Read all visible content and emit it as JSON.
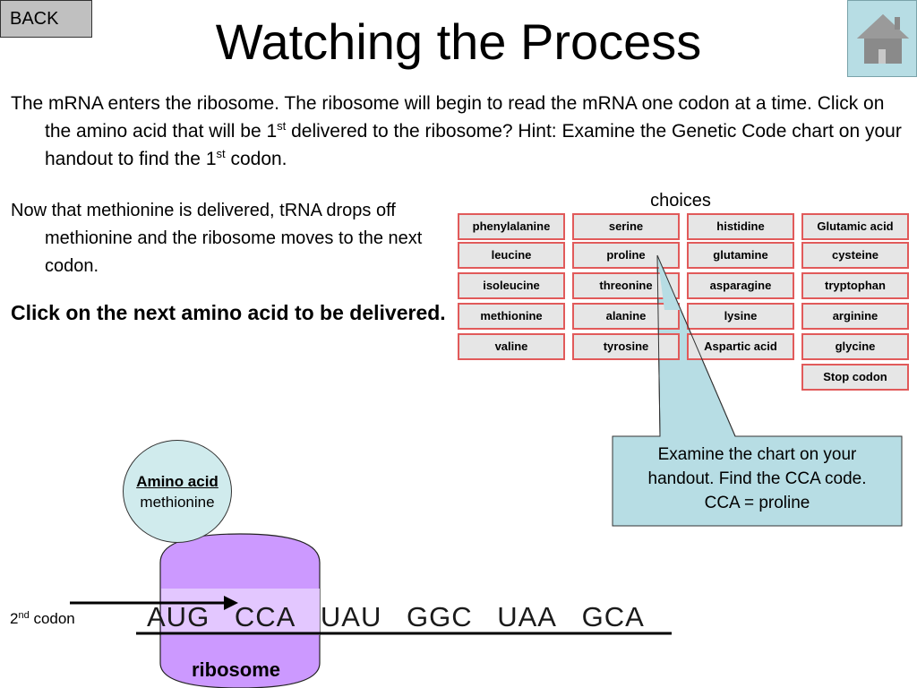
{
  "nav": {
    "back_label": "BACK",
    "home_icon": "house-icon"
  },
  "title": "Watching the Process",
  "intro": {
    "part1": "The mRNA enters the ribosome. The ribosome will begin to read the mRNA one codon at a time. Click on the amino acid that will be 1",
    "sup1": "st",
    "part2": " delivered to the ribosome? Hint: Examine the Genetic Code chart on your handout to find the 1",
    "sup2": "st",
    "part3": " codon."
  },
  "now_text": "Now that methionine is delivered, tRNA drops off methionine and the ribosome moves to the next codon.",
  "click_next_text": "Click on the next amino acid to be delivered.",
  "choices_label": "choices",
  "choices": [
    [
      "phenylalanine",
      "serine",
      "histidine",
      "Glutamic acid"
    ],
    [
      "leucine",
      "proline",
      "glutamine",
      "cysteine"
    ],
    [
      "isoleucine",
      "threonine",
      "asparagine",
      "tryptophan"
    ],
    [
      "methionine",
      "alanine",
      "lysine",
      "arginine"
    ],
    [
      "valine",
      "tyrosine",
      "Aspartic acid",
      "glycine"
    ],
    [
      "",
      "",
      "",
      "Stop codon"
    ]
  ],
  "callout": {
    "line1": "Examine the chart on your",
    "line2": "handout. Find the CCA code.",
    "line3": "CCA = proline"
  },
  "amino_acid": {
    "title": "Amino acid",
    "name": "methionine"
  },
  "ribosome_label": "ribosome",
  "codon_label": {
    "num": "2",
    "sup": "nd",
    "text": " codon"
  },
  "mrna_codons": [
    "AUG",
    "CCA",
    "UAU",
    "GGC",
    "UAA",
    "GCA"
  ],
  "colors": {
    "ribosome": "#cc99ff",
    "amino_fill": "#d0ebed",
    "callout_fill": "#b7dde4",
    "choice_border": "#e15a5a",
    "choice_fill": "#e6e6e6"
  }
}
